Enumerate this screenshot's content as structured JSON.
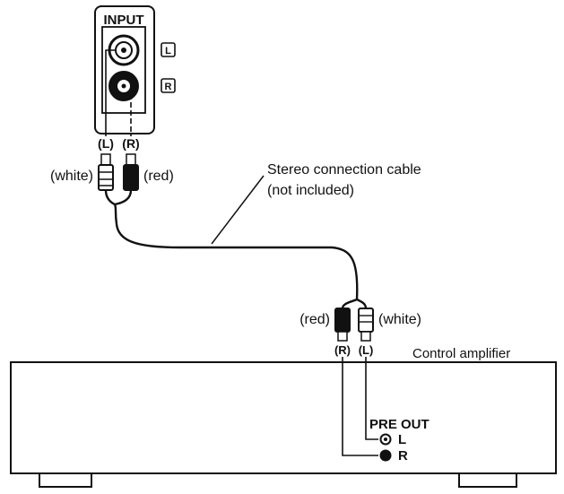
{
  "input_panel": {
    "title": "INPUT",
    "channel_left_marker": "L",
    "channel_right_marker": "R"
  },
  "top_plug_labels": {
    "left_channel": "(L)",
    "right_channel": "(R)",
    "left_color": "(white)",
    "right_color": "(red)"
  },
  "cable_caption": {
    "line1": "Stereo connection cable",
    "line2": "(not included)"
  },
  "bottom_plug_labels": {
    "left_color": "(red)",
    "right_color": "(white)",
    "right_channel": "(R)",
    "left_channel": "(L)"
  },
  "amplifier": {
    "name": "Control amplifier",
    "output_label": "PRE OUT",
    "terminal_left": "L",
    "terminal_right": "R"
  },
  "colors": {
    "ink": "#111111",
    "paper": "#ffffff"
  }
}
